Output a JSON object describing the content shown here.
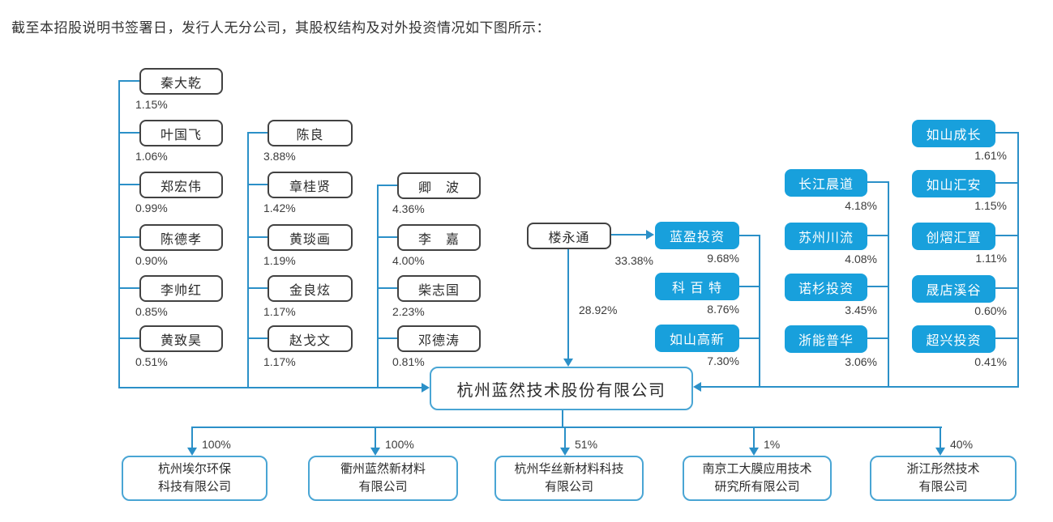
{
  "header": {
    "text": "截至本招股说明书签署日，发行人无分公司，其股权结构及对外投资情况如下图所示："
  },
  "company": {
    "name": "杭州蓝然技术股份有限公司"
  },
  "shareholders": {
    "col1": [
      {
        "name": "秦大乾",
        "pct": "1.15%"
      },
      {
        "name": "叶国飞",
        "pct": "1.06%"
      },
      {
        "name": "郑宏伟",
        "pct": "0.99%"
      },
      {
        "name": "陈德孝",
        "pct": "0.90%"
      },
      {
        "name": "李帅红",
        "pct": "0.85%"
      },
      {
        "name": "黄致昊",
        "pct": "0.51%"
      }
    ],
    "col2": [
      {
        "name": "陈良",
        "pct": "3.88%"
      },
      {
        "name": "章桂贤",
        "pct": "1.42%"
      },
      {
        "name": "黄琰画",
        "pct": "1.19%"
      },
      {
        "name": "金良炫",
        "pct": "1.17%"
      },
      {
        "name": "赵戈文",
        "pct": "1.17%"
      }
    ],
    "col3": [
      {
        "name": "卿　波",
        "pct": "4.36%"
      },
      {
        "name": "李　嘉",
        "pct": "4.00%"
      },
      {
        "name": "柴志国",
        "pct": "2.23%"
      },
      {
        "name": "邓德涛",
        "pct": "0.81%"
      }
    ],
    "controller": {
      "name": "楼永通",
      "direct_pct": "28.92%",
      "to_lanying_pct": "33.38%"
    },
    "entities_mid": [
      {
        "name": "蓝盈投资",
        "pct": "9.68%"
      },
      {
        "name": "科 百 特",
        "pct": "8.76%"
      },
      {
        "name": "如山高新",
        "pct": "7.30%"
      }
    ],
    "entities_right1": [
      {
        "name": "长江晨道",
        "pct": "4.18%"
      },
      {
        "name": "苏州川流",
        "pct": "4.08%"
      },
      {
        "name": "诺杉投资",
        "pct": "3.45%"
      },
      {
        "name": "浙能普华",
        "pct": "3.06%"
      }
    ],
    "entities_right2": [
      {
        "name": "如山成长",
        "pct": "1.61%"
      },
      {
        "name": "如山汇安",
        "pct": "1.15%"
      },
      {
        "name": "创熠汇置",
        "pct": "1.11%"
      },
      {
        "name": "晟店溪谷",
        "pct": "0.60%"
      },
      {
        "name": "超兴投资",
        "pct": "0.41%"
      }
    ]
  },
  "subsidiaries": [
    {
      "line1": "杭州埃尔环保",
      "line2": "科技有限公司",
      "pct": "100%"
    },
    {
      "line1": "衢州蓝然新材料",
      "line2": "有限公司",
      "pct": "100%"
    },
    {
      "line1": "杭州华丝新材料科技",
      "line2": "有限公司",
      "pct": "51%"
    },
    {
      "line1": "南京工大膜应用技术",
      "line2": "研究所有限公司",
      "pct": "1%"
    },
    {
      "line1": "浙江彤然技术",
      "line2": "有限公司",
      "pct": "40%"
    }
  ],
  "colors": {
    "connector_blue": "#2b90c8",
    "entity_fill_blue": "#18a0dc",
    "person_border": "#424242",
    "company_border": "#49a5d4",
    "text_dark": "#333333"
  }
}
